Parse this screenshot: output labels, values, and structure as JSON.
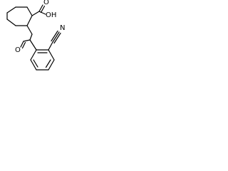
{
  "molecule": {
    "labels": {
      "carboxylic_oh": "OH",
      "carbonyl_acid_o": "O",
      "ketone_o": "O",
      "nitrile_n": "N"
    }
  }
}
